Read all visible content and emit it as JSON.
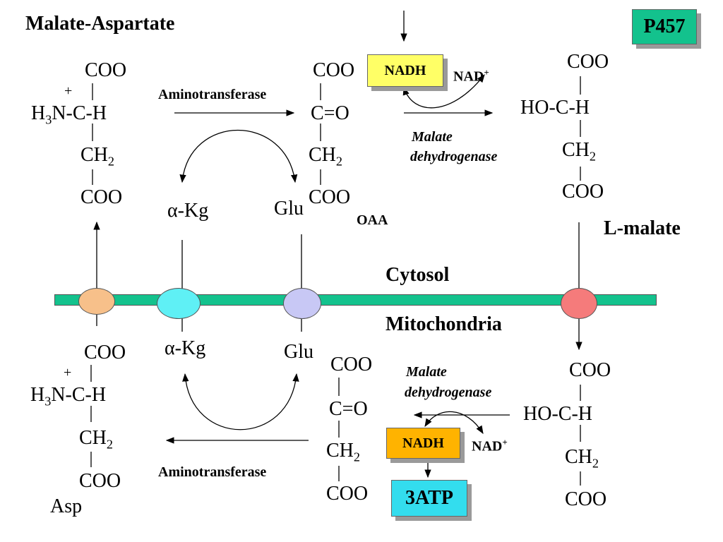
{
  "title": "Malate-Aspartate",
  "slide_number": "P457",
  "colors": {
    "membrane": "#13c28d",
    "slide_number_bg": "#13c28d",
    "nadh_top_bg": "#ffff66",
    "nadh_bottom_bg": "#ffb300",
    "atp_bg": "#33ddee",
    "carrier_asp": "#f7c08a",
    "carrier_akg": "#5ff0f5",
    "carrier_glu": "#c8c8f5",
    "carrier_malate": "#f57b7b"
  },
  "compartments": {
    "cytosol": "Cytosol",
    "mitochondria": "Mitochondria"
  },
  "cytosol": {
    "aspartate": {
      "carboxyl_top": "COO",
      "plus": "+",
      "amine": "H",
      "amine_sub": "3",
      "amine_rest": "N-C-H",
      "ch2": "CH",
      "ch2_sub": "2",
      "carboxyl_bottom": "COO"
    },
    "aminotransferase": "Aminotransferase",
    "akg": "α-Kg",
    "glu": "Glu",
    "oaa": {
      "carboxyl_top": "COO",
      "keto": "C=O",
      "ch2": "CH",
      "ch2_sub": "2",
      "carboxyl_bottom": "COO",
      "label": "OAA"
    },
    "nadh": "NADH",
    "nad": "NAD",
    "nad_sup": "+",
    "enzyme_line1": "Malate",
    "enzyme_line2": "dehydrogenase",
    "malate": {
      "carboxyl_top": "COO",
      "hydroxy": "HO-C-H",
      "ch2": "CH",
      "ch2_sub": "2",
      "carboxyl_bottom": "COO",
      "label": "L-malate"
    }
  },
  "mitochondria": {
    "aspartate": {
      "carboxyl_top": "COO",
      "plus": "+",
      "amine": "H",
      "amine_sub": "3",
      "amine_rest": "N-C-H",
      "ch2": "CH",
      "ch2_sub": "2",
      "carboxyl_bottom": "COO",
      "label": "Asp"
    },
    "akg": "α-Kg",
    "glu": "Glu",
    "aminotransferase": "Aminotransferase",
    "oaa": {
      "carboxyl_top": "COO",
      "keto": "C=O",
      "ch2": "CH",
      "ch2_sub": "2",
      "carboxyl_bottom": "COO"
    },
    "enzyme_line1": "Malate",
    "enzyme_line2": "dehydrogenase",
    "nadh": "NADH",
    "nad": "NAD",
    "nad_sup": "+",
    "atp": "3ATP",
    "malate": {
      "carboxyl_top": "COO",
      "hydroxy": "HO-C-H",
      "ch2": "CH",
      "ch2_sub": "2",
      "carboxyl_bottom": "COO"
    }
  }
}
